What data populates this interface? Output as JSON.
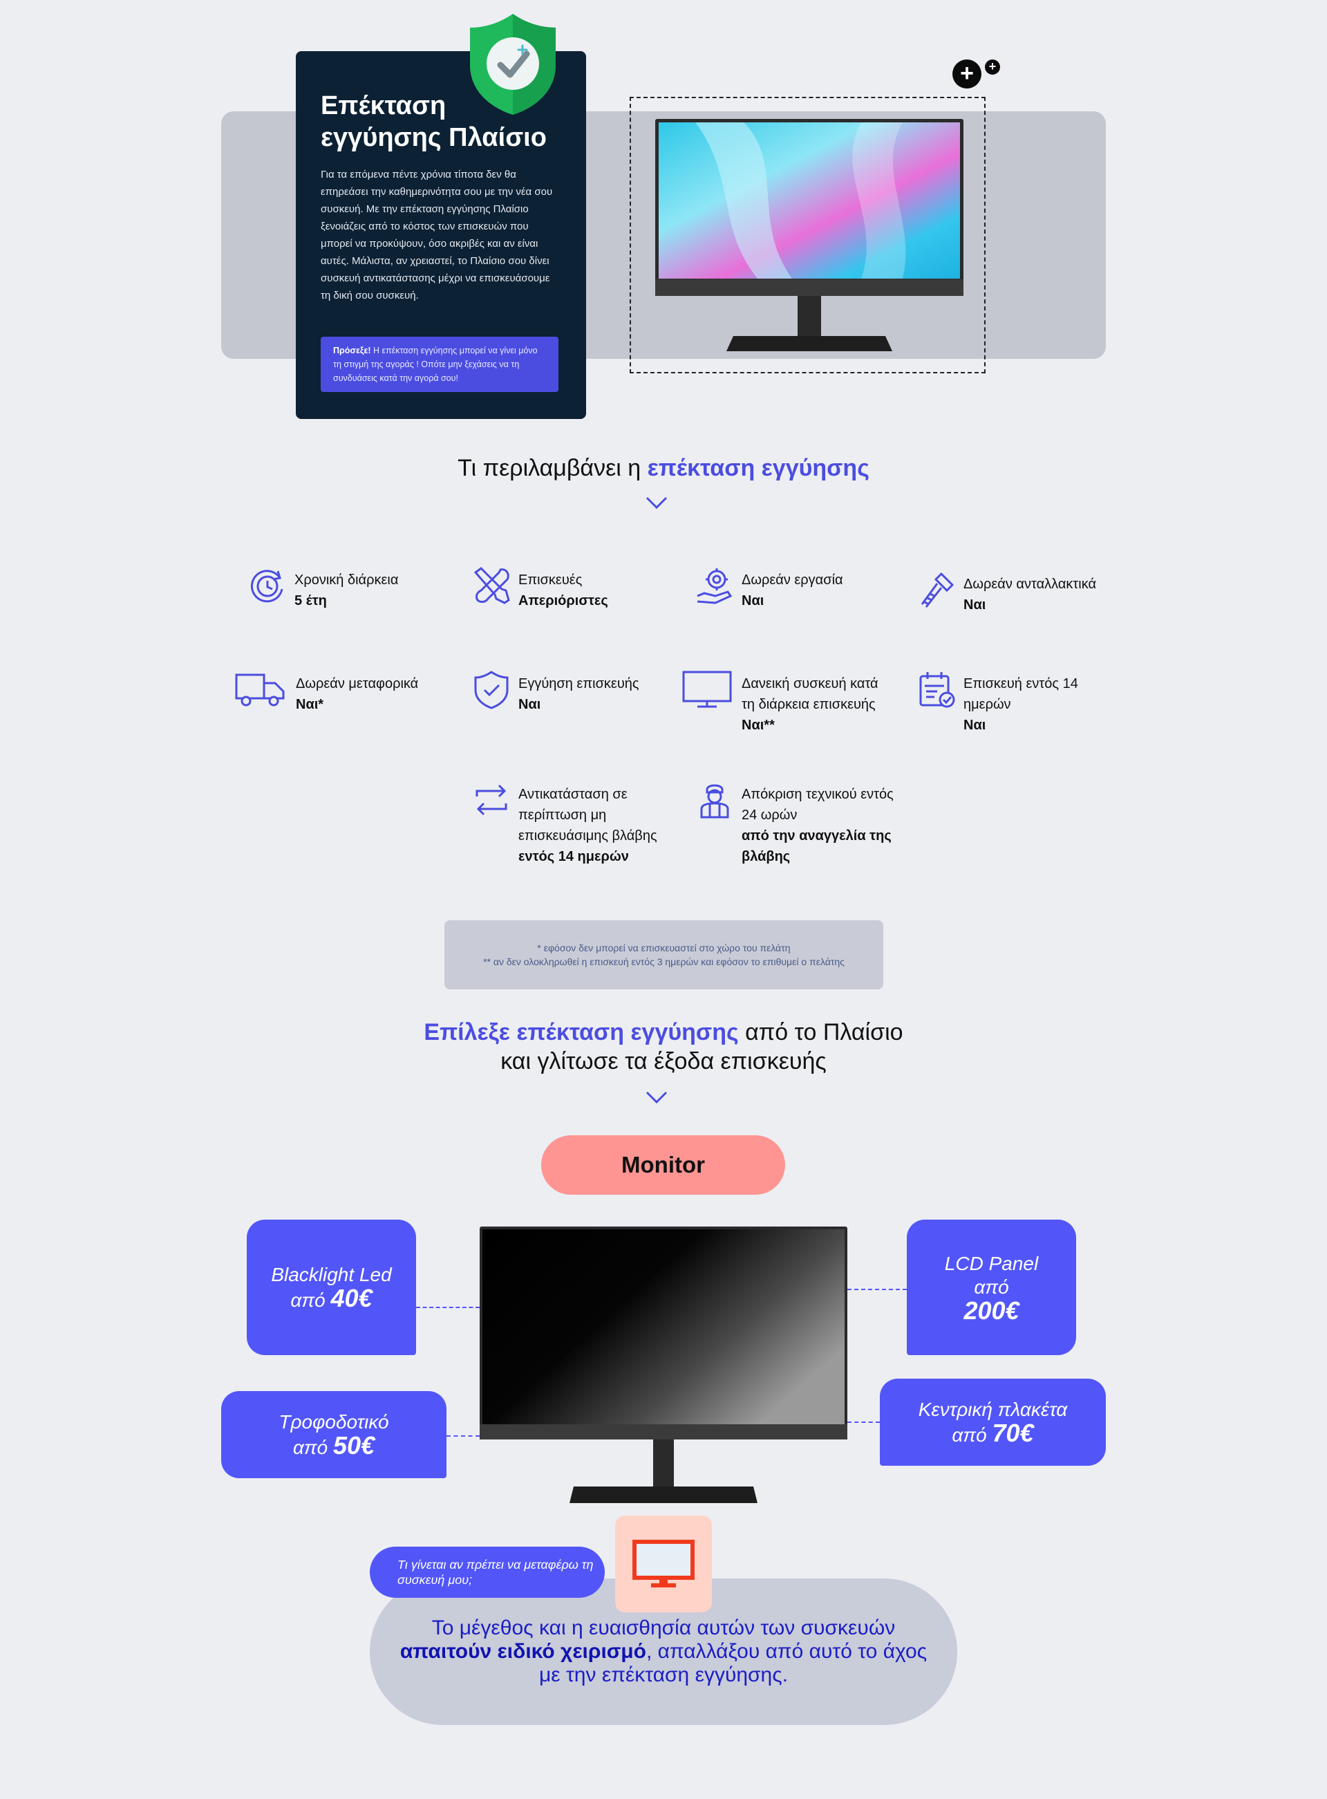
{
  "hero": {
    "title": "Επέκταση εγγύησης Πλαίσιο",
    "body": "Για τα επόμενα πέντε χρόνια τίποτα δεν θα επηρεάσει την καθημερινότητα σου με την νέα σου συσκευή. Με την επέκταση εγγύησης Πλαίσιο ξενοιάζεις από το κόστος των επισκευών που μπορεί να προκύψουν, όσο ακριβές και αν είναι αυτές. Μάλιστα, αν χρειαστεί, το Πλαίσιο σου δίνει συσκευή αντικατάστασης μέχρι να επισκευάσουμε τη δική σου συσκευή.",
    "notice_bold": "Πρόσεξε!",
    "notice_text": " Η επέκταση εγγύησης μπορεί να γίνει μόνο τη στιγμή της αγοράς ! Οπότε μην ξεχάσεις να τη συνδυάσεις κατά την αγορά σου!",
    "plus_big": "+",
    "plus_small": "+"
  },
  "includes": {
    "title_pre": "Τι περιλαμβάνει η ",
    "title_accent": "επέκταση εγγύησης"
  },
  "features": [
    {
      "icon": "clock-refresh-icon",
      "label": "Χρονική διάρκεια",
      "value": "5 έτη"
    },
    {
      "icon": "tools-icon",
      "label": "Επισκευές",
      "value": "Απεριόριστες"
    },
    {
      "icon": "gear-hand-icon",
      "label": "Δωρεάν εργασία",
      "value": "Ναι"
    },
    {
      "icon": "screw-icon",
      "label": "Δωρεάν ανταλλακτικά",
      "value": "Ναι"
    },
    {
      "icon": "truck-icon",
      "label": "Δωρεάν μεταφορικά",
      "value": "Ναι*"
    },
    {
      "icon": "shield-check-icon",
      "label": "Εγγύηση επισκευής",
      "value": "Ναι"
    },
    {
      "icon": "monitor-icon",
      "label": "Δανεική συσκευή κατά τη διάρκεια επισκευής",
      "value": "Ναι**"
    },
    {
      "icon": "calendar-check-icon",
      "label": "Επισκευή εντός 14 ημερών",
      "value": "Ναι"
    },
    {
      "icon": "swap-arrows-icon",
      "label": "Αντικατάσταση σε περίπτωση μη επισκευάσιμης βλάβης ",
      "value": "εντός 14 ημερών"
    },
    {
      "icon": "technician-icon",
      "label": "Απόκριση τεχνικού εντός 24 ωρών",
      "value": "από την αναγγελία της βλάβης"
    }
  ],
  "footnotes": {
    "line1": "* εφόσον δεν μπορεί να επισκευαστεί στο χώρο του πελάτη",
    "line2": "** αν δεν ολοκληρωθεί η επισκευή εντός 3 ημερών και εφόσον το επιθυμεί ο πελάτης"
  },
  "choose": {
    "accent": "Επίλεξε επέκταση εγγύησης",
    "rest1": " από το Πλαίσιο",
    "line2": "και γλίτωσε τα έξοδα επισκευής"
  },
  "category_pill": "Monitor",
  "parts": {
    "backlight": {
      "name": "Blacklight Led",
      "from": "από ",
      "price": "40€"
    },
    "lcd": {
      "name": "LCD Panel",
      "from": "από",
      "price": "200€"
    },
    "psu": {
      "name": "Τροφοδοτικό",
      "from": "από ",
      "price": "50€"
    },
    "board": {
      "name": "Κεντρική πλακέτα",
      "from": "από ",
      "price": "70€"
    }
  },
  "transport": {
    "question": "Τι γίνεται αν πρέπει να μεταφέρω τη συσκευή μου;",
    "text_pre": "Το μέγεθος και η ευαισθησία αυτών των συσκευών ",
    "text_bold": "απαιτούν ειδικό χειρισμό",
    "text_post": ", απαλλάξου από αυτό το άχος με την επέκταση εγγύησης."
  },
  "colors": {
    "accent": "#4b4de0",
    "card_bg": "#0c2134",
    "bubble": "#5256f8",
    "pill": "#fe9592",
    "shield": "#1fb85a"
  }
}
